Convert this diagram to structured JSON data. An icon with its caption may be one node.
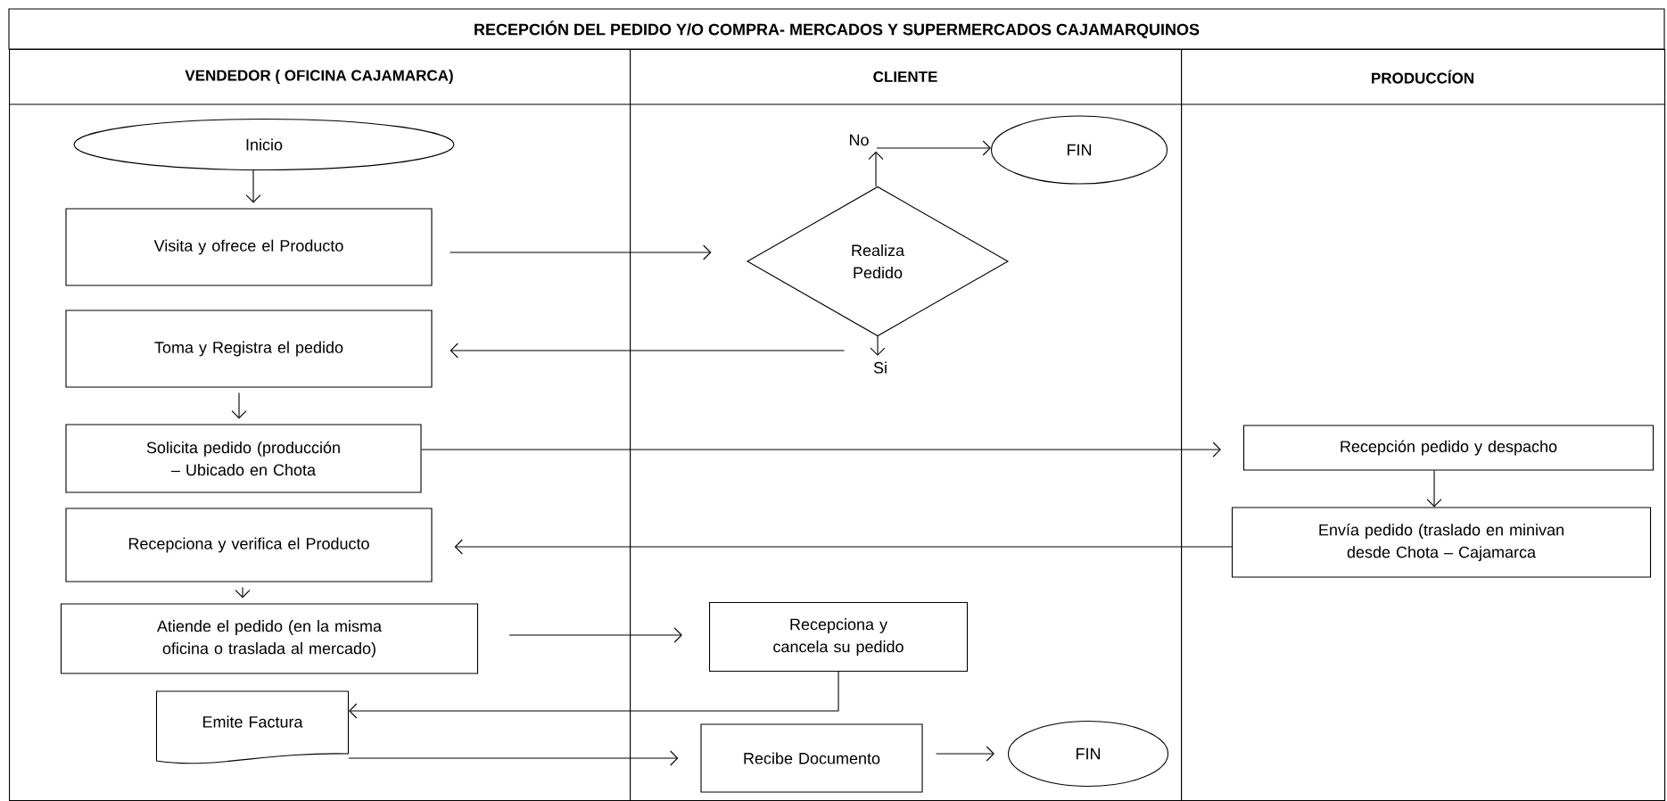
{
  "diagram": {
    "title": "RECEPCIÓN DEL PEDIDO Y/O COMPRA- MERCADOS Y SUPERMERCADOS  CAJAMARQUINOS",
    "nodes": [
      {
        "text": [
          "VENDEDOR ( OFICINA CAJAMARCA)"
        ]
      },
      {
        "text": [
          "CLIENTE"
        ]
      },
      {
        "text": [
          "PRODUCCÍON"
        ]
      },
      {
        "text": [
          "Inicio"
        ],
        "in": 0
      },
      {
        "text": [
          "No"
        ],
        "in": 1
      },
      {
        "text": [
          "FIN"
        ],
        "in": 1
      },
      {
        "text": [
          "Visita  y ofrece el Producto"
        ],
        "in": 0
      },
      {
        "text": [
          "Realiza Pedido"
        ],
        "in": 1
      },
      {
        "text": [
          "Toma y Registra el pedido"
        ],
        "in": 0
      },
      {
        "text": [
          "Si"
        ],
        "in": 1
      },
      {
        "text": [
          "Solicita pedido (producción – Ubicado en Chota"
        ],
        "in": 0
      },
      {
        "text": [
          "Recepción pedido y despacho"
        ],
        "in": 2
      },
      {
        "text": [
          "Recepciona y verifica el Producto"
        ],
        "in": 0
      },
      {
        "text": [
          "Envía pedido (traslado en minivan desde Chota – Cajamarca"
        ],
        "in": 2
      },
      {
        "text": [
          "Atiende el pedido (en la misma oficina o traslada al mercado)"
        ],
        "in": 0
      },
      {
        "text": [
          "Recepciona y cancela su pedido"
        ],
        "in": 1
      },
      {
        "text": [
          "Emite Factura"
        ],
        "in": 0
      },
      {
        "text": [
          "Recibe Documento"
        ],
        "in": 1
      },
      {
        "text": [
          "FIN"
        ],
        "in": 1
      }
    ],
    "edges": [
      {
        "from": 3,
        "to": 6,
        "arrow": "to"
      },
      {
        "from": 6,
        "to": 7,
        "arrow": "to"
      },
      {
        "from": 7,
        "to": 4,
        "arrow": "to"
      },
      {
        "from": 4,
        "to": 5,
        "arrow": "to"
      },
      {
        "from": 7,
        "to": 9,
        "arrow": "to"
      },
      {
        "from": 9,
        "to": 8,
        "arrow": "to"
      },
      {
        "from": 8,
        "to": 10,
        "arrow": "to"
      },
      {
        "from": 10,
        "to": 11,
        "arrow": "to"
      },
      {
        "from": 11,
        "to": 13,
        "arrow": "to"
      },
      {
        "from": 13,
        "to": 12,
        "arrow": "to"
      },
      {
        "from": 12,
        "to": 14,
        "arrow": "to"
      },
      {
        "from": 14,
        "to": 15,
        "arrow": "to"
      },
      {
        "from": 15,
        "to": 16,
        "arrow": "to"
      },
      {
        "from": 16,
        "to": 17,
        "arrow": "to"
      },
      {
        "from": 17,
        "to": 18,
        "arrow": "to"
      }
    ]
  }
}
